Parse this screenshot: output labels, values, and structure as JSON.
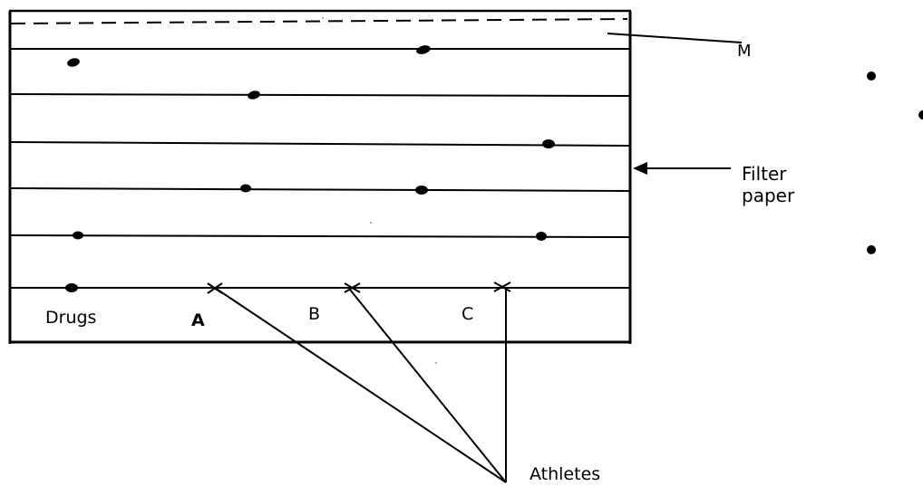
{
  "labels": {
    "m": "M",
    "filter_paper": "Filter\npaper",
    "drugs": "Drugs",
    "a": "A",
    "b": "B",
    "c": "C",
    "athletes": "Athletes"
  },
  "lanes": [
    "Drugs",
    "A",
    "B",
    "C"
  ],
  "bullets": 3
}
